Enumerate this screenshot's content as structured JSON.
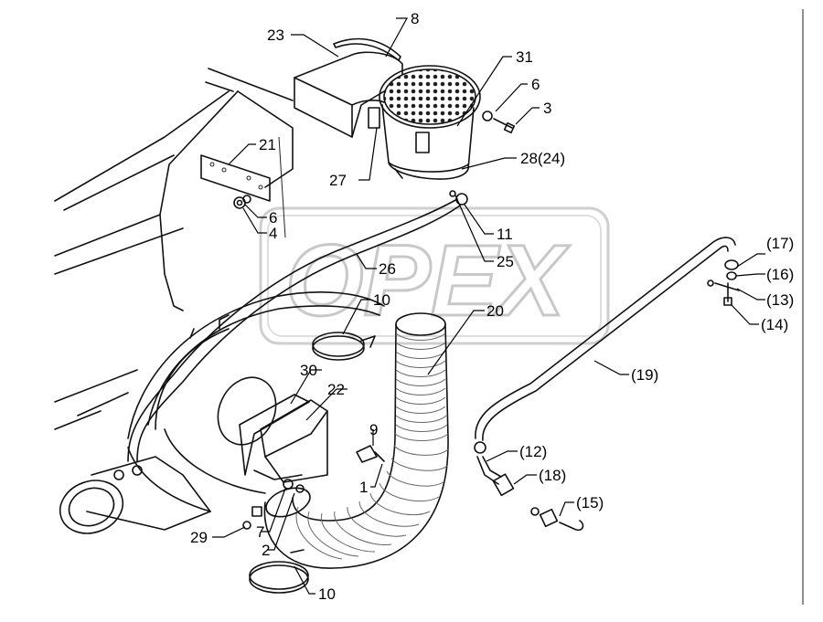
{
  "watermark": "OPEX",
  "labels": [
    {
      "id": "l8",
      "text": "8"
    },
    {
      "id": "l23",
      "text": "23"
    },
    {
      "id": "l31",
      "text": "31"
    },
    {
      "id": "l6a",
      "text": "6"
    },
    {
      "id": "l3",
      "text": "3"
    },
    {
      "id": "l21",
      "text": "21"
    },
    {
      "id": "l28",
      "text": "28(24)"
    },
    {
      "id": "l27",
      "text": "27"
    },
    {
      "id": "l6b",
      "text": "6"
    },
    {
      "id": "l4",
      "text": "4"
    },
    {
      "id": "l11",
      "text": "11"
    },
    {
      "id": "l25",
      "text": "25"
    },
    {
      "id": "l26",
      "text": "26"
    },
    {
      "id": "l17",
      "text": "(17)"
    },
    {
      "id": "l16",
      "text": "(16)"
    },
    {
      "id": "l13",
      "text": "(13)"
    },
    {
      "id": "l14",
      "text": "(14)"
    },
    {
      "id": "l10a",
      "text": "10"
    },
    {
      "id": "l20",
      "text": "20"
    },
    {
      "id": "l19",
      "text": "(19)"
    },
    {
      "id": "l30",
      "text": "30"
    },
    {
      "id": "l22",
      "text": "22"
    },
    {
      "id": "l9",
      "text": "9"
    },
    {
      "id": "l12",
      "text": "(12)"
    },
    {
      "id": "l18",
      "text": "(18)"
    },
    {
      "id": "l1",
      "text": "1"
    },
    {
      "id": "l15",
      "text": "(15)"
    },
    {
      "id": "l29",
      "text": "29"
    },
    {
      "id": "l7",
      "text": "7"
    },
    {
      "id": "l2",
      "text": "2"
    },
    {
      "id": "l10b",
      "text": "10"
    }
  ]
}
